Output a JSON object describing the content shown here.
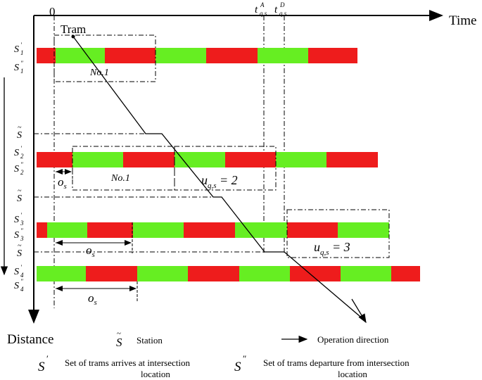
{
  "axes": {
    "origin_label": "0",
    "x_axis_label": "Time",
    "y_axis_label": "Distance"
  },
  "tram_label": "Tram",
  "time_markers": {
    "arrival": "t",
    "arrival_sup": "A",
    "departure": "t",
    "departure_sup": "D",
    "sub": "q,s"
  },
  "row_labels": {
    "row1": [
      "S'1",
      "S''1"
    ],
    "station1": "S~",
    "row2": [
      "S'2",
      "S''2"
    ],
    "station2": "S~",
    "row3": [
      "S'3",
      "S''3"
    ],
    "station3": "S~",
    "row4": [
      "S'4",
      "S''4"
    ]
  },
  "signal_colors": {
    "green": "#66ee22",
    "red": "#ee1c1c"
  },
  "annotations": {
    "no1_a": "No.1",
    "no1_b": "No.1",
    "u_eq_2": "u_{q,s} = 2",
    "u_eq_3": "u_{q,s} = 3",
    "os": "o_s"
  },
  "legend": {
    "station_symbol": "S~",
    "station_text": "Station",
    "arrow_text": "Operation direction",
    "s_prime_symbol": "S'",
    "s_prime_text_line1": "Set of trams arrives at intersection",
    "s_prime_text_line2": "location",
    "s_dprime_symbol": "S''",
    "s_dprime_text_line1": "Set of trams departure from intersection",
    "s_dprime_text_line2": "location"
  }
}
